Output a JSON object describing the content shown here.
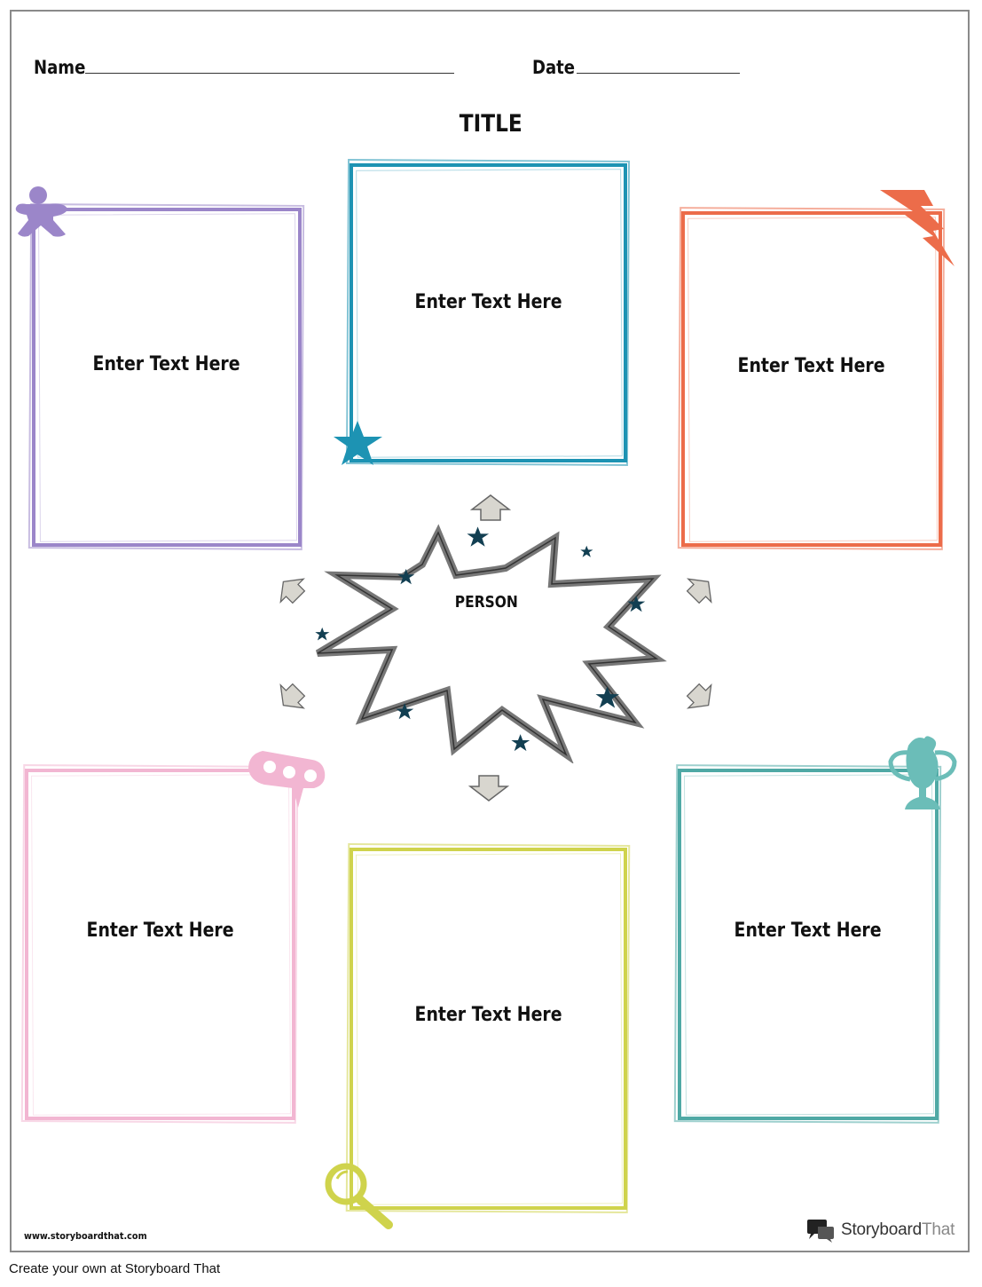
{
  "header": {
    "name_label": "Name",
    "date_label": "Date",
    "title": "TITLE"
  },
  "center": {
    "label": "PERSON"
  },
  "boxes": [
    {
      "text": "Enter Text Here",
      "color": "#9b86c9",
      "icon": "person-token-icon"
    },
    {
      "text": "Enter Text Here",
      "color": "#1d93b3",
      "icon": "star-icon"
    },
    {
      "text": "Enter Text Here",
      "color": "#ec6c4a",
      "icon": "lightning-bolt-icon"
    },
    {
      "text": "Enter Text Here",
      "color": "#f2b6d2",
      "icon": "bobby-pin-icon"
    },
    {
      "text": "Enter Text Here",
      "color": "#cfd34c",
      "icon": "magnifying-glass-icon"
    },
    {
      "text": "Enter Text Here",
      "color": "#4fa9a5",
      "icon": "trophy-icon"
    }
  ],
  "colors": {
    "star_accent": "#123f52",
    "arrow_fill": "#d8d6cf",
    "burst_outline": "#777777"
  },
  "footer": {
    "url": "www.storyboardthat.com",
    "logo_word1": "Storyboard",
    "logo_word2": "That",
    "create_text": "Create your own at Storyboard That"
  }
}
